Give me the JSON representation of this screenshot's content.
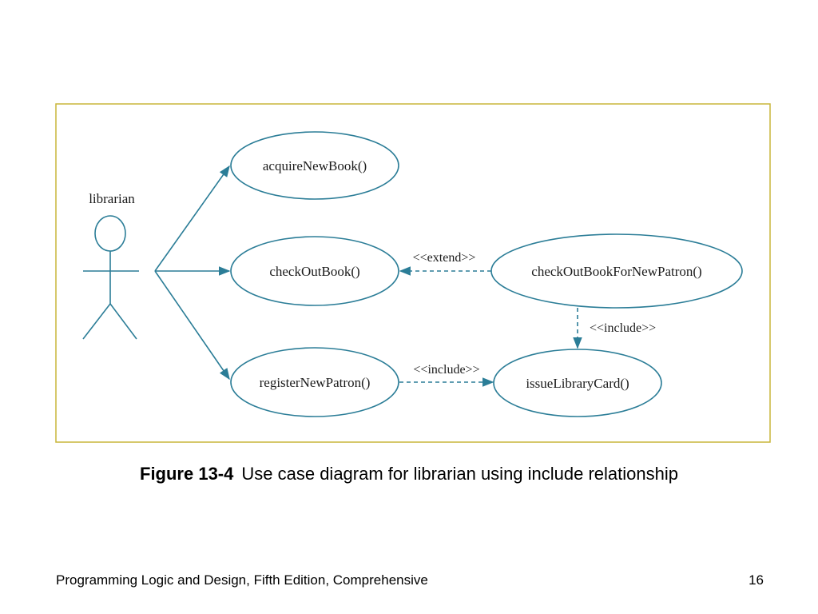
{
  "colors": {
    "frame_border": "#c9b53a",
    "diagram_stroke": "#2b7d97",
    "text": "#1a1a1a"
  },
  "actor": {
    "label": "librarian"
  },
  "use_cases": {
    "acquire": "acquireNewBook()",
    "checkout": "checkOutBook()",
    "register": "registerNewPatron()",
    "checkout_new": "checkOutBookForNewPatron()",
    "issue_card": "issueLibraryCard()"
  },
  "relationships": {
    "extend": "<<extend>>",
    "include_vertical": "<<include>>",
    "include_horizontal": "<<include>>"
  },
  "caption": {
    "label": "Figure 13-4",
    "text": "Use case diagram for librarian using include relationship"
  },
  "footer": {
    "title": "Programming Logic and Design, Fifth Edition, Comprehensive",
    "page_number": "16"
  }
}
